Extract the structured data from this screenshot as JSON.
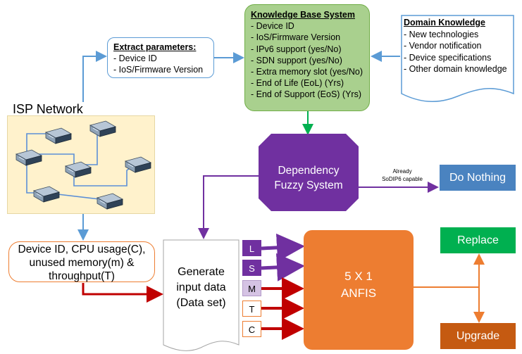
{
  "knowledge_base": {
    "title": "Knowledge Base System",
    "items": [
      "- Device ID",
      "- IoS/Firmware Version",
      "- IPv6 support (yes/No)",
      "- SDN support (yes/No)",
      "- Extra memory slot (yes/No)",
      "- End of Life (EoL) (Yrs)",
      "- End of Support (EoS) (Yrs)"
    ]
  },
  "extract": {
    "title": "Extract parameters:",
    "items": [
      "- Device ID",
      "- IoS/Firmware Version"
    ]
  },
  "domain_knowledge": {
    "title": "Domain Knowledge",
    "items": [
      "- New technologies",
      "- Vendor notification",
      "- Device specifications",
      "- Other domain knowledge"
    ]
  },
  "isp": {
    "label": "ISP Network"
  },
  "device_metrics": {
    "lines": [
      "Device ID, CPU usage(C),",
      "unused memory(m) &",
      "throughput(T)"
    ]
  },
  "generate": {
    "lines": [
      "Generate",
      "input data",
      "(Data set)"
    ]
  },
  "dependency": {
    "lines": [
      "Dependency",
      "Fuzzy System"
    ]
  },
  "already": {
    "lines": [
      "Already",
      "SoDIP6 capable"
    ]
  },
  "anfis": {
    "lines": [
      "5 X 1",
      "ANFIS"
    ]
  },
  "outputs": {
    "do_nothing": "Do Nothing",
    "replace": "Replace",
    "upgrade": "Upgrade"
  },
  "inputs": [
    "L",
    "S",
    "M",
    "T",
    "C"
  ],
  "colors": {
    "kb_fill": "#a9d08e",
    "blue_line": "#5b9bd5",
    "purple": "#7030a0",
    "orange": "#ed7d31",
    "red_arrow": "#c00000",
    "green_arrow": "#00b050",
    "do_nothing": "#4a83c0",
    "replace": "#00b050",
    "upgrade": "#c55a11",
    "isp_fill": "#fff2cc"
  },
  "icons": [
    "router-icon"
  ]
}
